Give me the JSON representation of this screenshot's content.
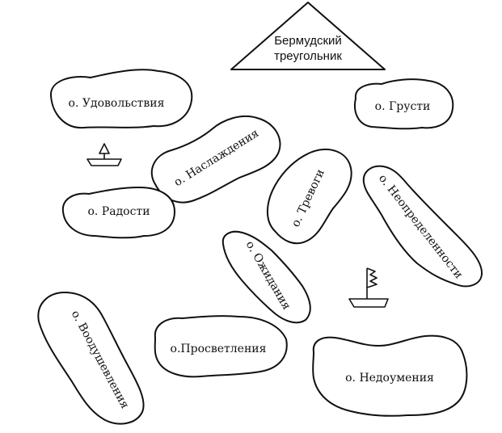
{
  "triangle": {
    "line1": "Бермудский",
    "line2": "треугольник"
  },
  "islands": {
    "udovolstviya": "о. Удовольствия",
    "grusti": "о. Грусти",
    "naslazhdeniya": "о. Наслаждения",
    "radosti": "о. Радости",
    "trevogi": "о. Тревоги",
    "neopredelennosti": "о. Неопределенности",
    "ozhidaniya": "о. Ожидания",
    "vooduchevleniya": "о. Воодушевления",
    "prosvetleniya": "о.Просветления",
    "nedoumeniya": "о. Недоумения"
  }
}
